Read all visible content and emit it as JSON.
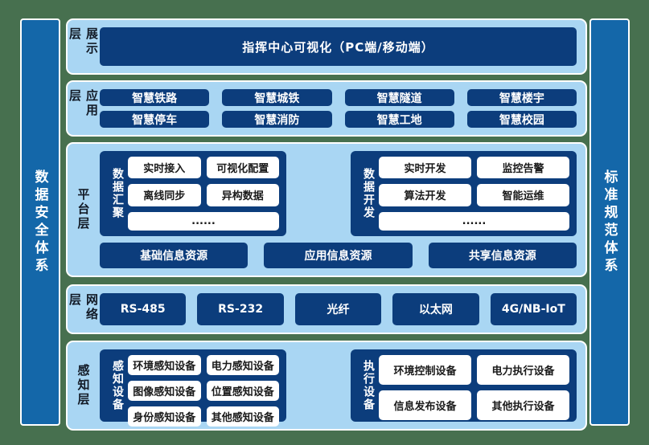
{
  "colors": {
    "background": "#47704F",
    "panel_fill": "#A9D6F3",
    "box_navy": "#0C3D7C",
    "sidebar_blue": "#1467A9",
    "pill_bg": "#FFFFFF"
  },
  "sidebars": {
    "left": "数据安全体系",
    "right": "标准规范体系"
  },
  "layers": {
    "display": {
      "label": "展示层",
      "main_box": "指挥中心可视化（PC端/移动端）"
    },
    "application": {
      "label": "应用层",
      "items": [
        "智慧铁路",
        "智慧城铁",
        "智慧隧道",
        "智慧楼宇",
        "智慧停车",
        "智慧消防",
        "智慧工地",
        "智慧校园"
      ]
    },
    "platform": {
      "label": "平台层",
      "groups": [
        {
          "label": "数据汇聚",
          "pills": [
            "实时接入",
            "可视化配置",
            "离线同步",
            "异构数据"
          ],
          "more": "......"
        },
        {
          "label": "数据开发",
          "pills": [
            "实时开发",
            "监控告警",
            "算法开发",
            "智能运维"
          ],
          "more": "......"
        }
      ],
      "resources": [
        "基础信息资源",
        "应用信息资源",
        "共享信息资源"
      ]
    },
    "network": {
      "label": "网络层",
      "items": [
        "RS-485",
        "RS-232",
        "光纤",
        "以太网",
        "4G/NB-IoT"
      ]
    },
    "perception": {
      "label": "感知层",
      "groups": [
        {
          "label": "感知设备",
          "pills": [
            "环境感知设备",
            "电力感知设备",
            "图像感知设备",
            "位置感知设备",
            "身份感知设备",
            "其他感知设备"
          ]
        },
        {
          "label": "执行设备",
          "pills": [
            "环境控制设备",
            "电力执行设备",
            "信息发布设备",
            "其他执行设备"
          ]
        }
      ]
    }
  }
}
